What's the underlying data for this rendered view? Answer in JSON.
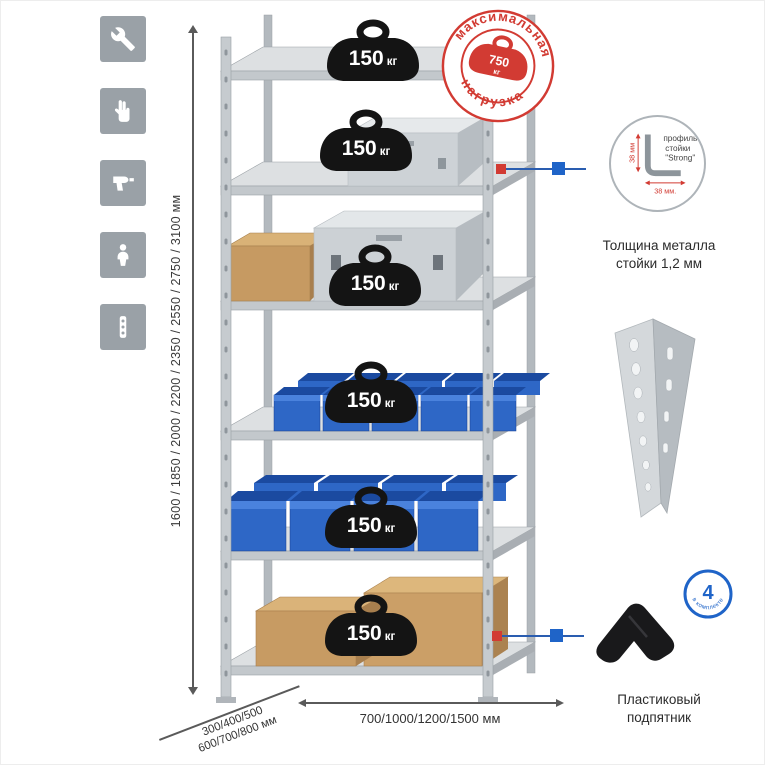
{
  "accent_colors": {
    "red": "#d23b33",
    "blue": "#1f64c8",
    "gray": "#9aa1a7"
  },
  "left_icons": [
    {
      "name": "wrench-icon"
    },
    {
      "name": "gloves-icon"
    },
    {
      "name": "drill-icon"
    },
    {
      "name": "person-icon"
    },
    {
      "name": "level-icon"
    }
  ],
  "dimensions": {
    "height_label": "1600 / 1850 / 2000 / 2200 / 2350 / 2550 / 2750 / 3100 мм",
    "depth_label_line1": "300/400/500",
    "depth_label_line2": "600/700/800 мм",
    "width_label": "700/1000/1200/1500 мм"
  },
  "shelf": {
    "weights": [
      {
        "value": "150",
        "unit": "кг"
      },
      {
        "value": "150",
        "unit": "кг"
      },
      {
        "value": "150",
        "unit": "кг"
      },
      {
        "value": "150",
        "unit": "кг"
      },
      {
        "value": "150",
        "unit": "кг"
      },
      {
        "value": "150",
        "unit": "кг"
      }
    ]
  },
  "stamp": {
    "arc_top": "максимальная",
    "arc_bottom": "нагрузка",
    "value": "750",
    "unit": "кг"
  },
  "profile_detail": {
    "label_line1": "профиль",
    "label_line2": "стойки",
    "label_line3": "\"Strong\"",
    "dim_vertical": "38 мм",
    "dim_horizontal": "38 мм.",
    "caption_line1": "Толщина металла",
    "caption_line2": "стойки 1,2 мм"
  },
  "foot_detail": {
    "badge_value": "4",
    "badge_arc": "в комплекте",
    "caption_line1": "Пластиковый",
    "caption_line2": "подпятник"
  }
}
